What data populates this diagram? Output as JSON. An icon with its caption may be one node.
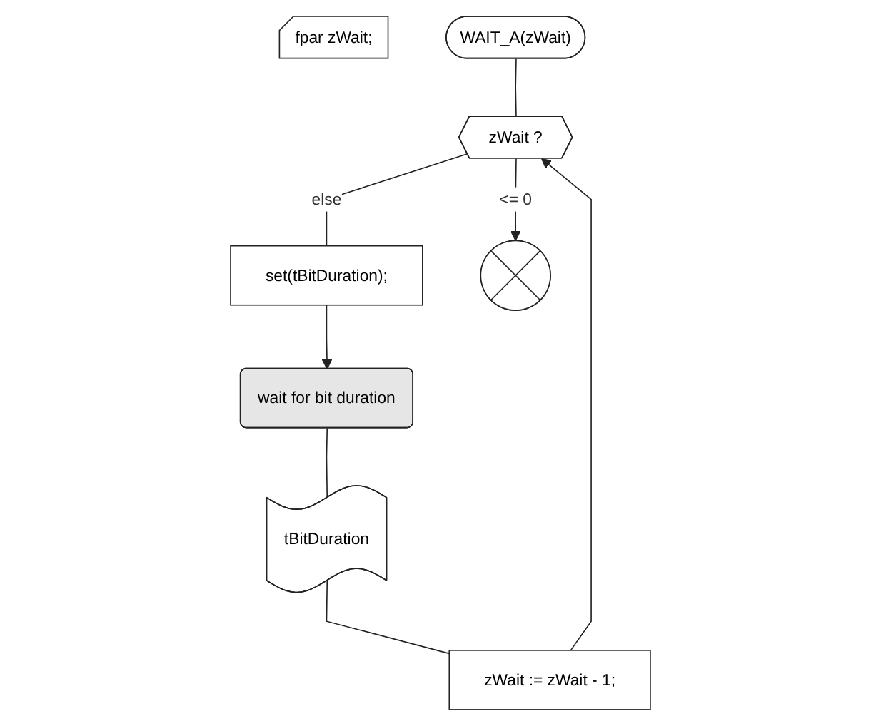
{
  "diagram": {
    "nodes": [
      {
        "text": [
          "fpar zWait;"
        ]
      },
      {
        "text": [
          "WAIT_A(zWait)"
        ]
      },
      {
        "text": [
          "zWait ?"
        ]
      },
      {
        "text": [
          "set(tBitDuration);"
        ]
      },
      {
        "text": [
          "wait for bit duration"
        ]
      },
      {
        "text": [
          "tBitDuration"
        ]
      },
      {
        "text": [
          "zWait := zWait - 1;"
        ]
      },
      {
        "text": [],
        "shape": "circle"
      }
    ],
    "edges": [
      {
        "from": 1,
        "to": 2,
        "arrow": "none"
      },
      {
        "from": 2,
        "to": 3,
        "label": "else",
        "arrow": "none"
      },
      {
        "from": 3,
        "to": 4,
        "arrow": "to"
      },
      {
        "from": 4,
        "to": 5,
        "arrow": "none"
      },
      {
        "from": 5,
        "to": 6,
        "arrow": "none"
      },
      {
        "from": 6,
        "to": 2,
        "arrow": "to"
      },
      {
        "from": 2,
        "to": 7,
        "label": "<= 0",
        "arrow": "to"
      }
    ]
  }
}
